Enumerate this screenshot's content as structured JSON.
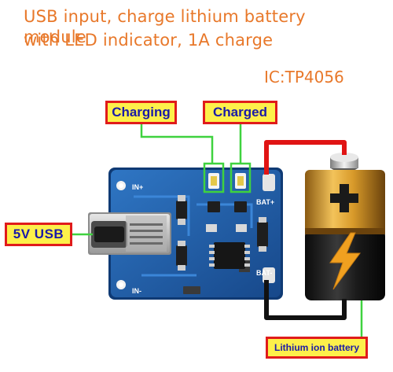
{
  "title": {
    "line1": "USB input, charge lithium battery module",
    "line2": "with LED indicator, 1A charge"
  },
  "ic_label": "IC:TP4056",
  "labels": {
    "charging": "Charging",
    "charged": "Charged",
    "usb": "5V  USB",
    "battery": "Lithium ion battery"
  },
  "board_silkscreen": {
    "in_plus": "IN+",
    "bat_plus": "BAT+",
    "bat_minus": "BAT-",
    "in_minus": "IN-"
  },
  "colors": {
    "title": "#e8782a",
    "label_bg": "#fdf04a",
    "label_border": "#e01b1b",
    "label_text": "#1a1aa8",
    "indicator_line": "#3fd23f",
    "positive_wire": "#e01414",
    "negative_wire": "#111111",
    "pcb": "#1f5fa8"
  }
}
